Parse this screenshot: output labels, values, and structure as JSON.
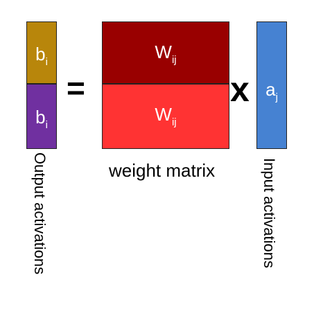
{
  "colors": {
    "output_top": "#b8860b",
    "output_bottom": "#7030a0",
    "weight_top": "#990000",
    "weight_bottom": "#ff3333",
    "input": "#4682d2"
  },
  "output_vector": {
    "top_base": "b",
    "top_sub": "i",
    "bottom_base": "b",
    "bottom_sub": "i",
    "caption": "Output activations"
  },
  "equals_sign": "=",
  "weight_matrix": {
    "top_base": "W",
    "top_sub": "ij",
    "bottom_base": "W",
    "bottom_sub": "ij",
    "caption": "weight matrix"
  },
  "times_sign": "x",
  "input_vector": {
    "base": "a",
    "sub": "j",
    "caption": "Input activations"
  }
}
